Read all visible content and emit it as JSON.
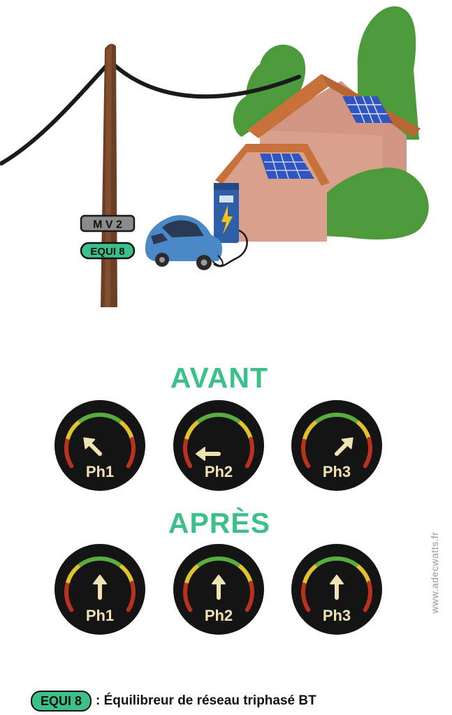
{
  "colors": {
    "accent": "#3cc089",
    "pole": "#6b3f25",
    "house_wall": "#d9a08c",
    "roof": "#c8703a",
    "solar": "#2f55c2",
    "tree": "#4d9a3d",
    "car": "#4a88c8",
    "gauge_bg": "#141414",
    "gauge_green": "#58ad3e",
    "gauge_yellow": "#e0c22c",
    "gauge_red": "#b8321e",
    "needle": "#efe3b3",
    "watermark": "#9a9a9a"
  },
  "pole_sign_label": "M V 2",
  "pole_badge_label": "EQUI 8",
  "sections": {
    "before": {
      "title": "AVANT",
      "gauges": [
        {
          "label": "Ph1",
          "angle_deg": -45
        },
        {
          "label": "Ph2",
          "angle_deg": -90
        },
        {
          "label": "Ph3",
          "angle_deg": 45
        }
      ]
    },
    "after": {
      "title": "APRÈS",
      "gauges": [
        {
          "label": "Ph1",
          "angle_deg": 0
        },
        {
          "label": "Ph2",
          "angle_deg": 0
        },
        {
          "label": "Ph3",
          "angle_deg": 0
        }
      ]
    }
  },
  "legend": {
    "badge": "EQUI 8",
    "text": ": Équilibreur de réseau triphasé BT"
  },
  "watermark": "www.adecwatts.fr"
}
